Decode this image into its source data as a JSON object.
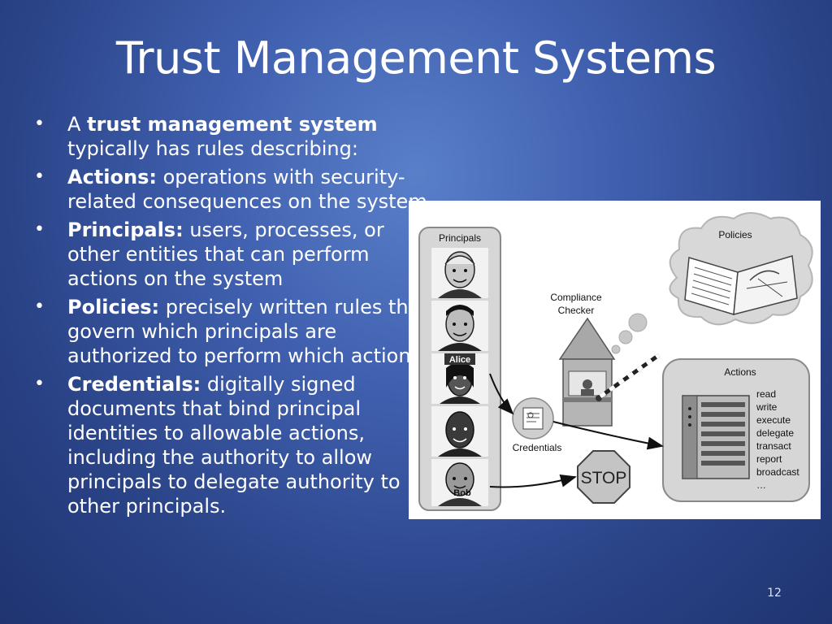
{
  "slide": {
    "title": "Trust Management Systems",
    "page_number": "12"
  },
  "bullets": [
    {
      "pre": "A ",
      "term": "trust management system",
      "post": " typically has rules describing:"
    },
    {
      "pre": " ",
      "term": "Actions:",
      "post": " operations with security-related consequences on the system"
    },
    {
      "pre": " ",
      "term": "Principals:",
      "post": " users, processes, or other entities that can perform actions on the system"
    },
    {
      "pre": " ",
      "term": "Policies:",
      "post": " precisely written rules that govern which principals are authorized to perform which actions"
    },
    {
      "pre": " ",
      "term": "Credentials:",
      "post": " digitally signed documents that bind principal identities to allowable actions, including the authority to allow principals to delegate authority to other principals."
    }
  ],
  "diagram": {
    "principals_label": "Principals",
    "alice_label": "Alice",
    "bob_label": "Bob",
    "compliance_line1": "Compliance",
    "compliance_line2": "Checker",
    "policies_label": "Policies",
    "actions_label": "Actions",
    "credentials_label": "Credentials",
    "stop_label": "STOP",
    "actions_list": [
      "read",
      "write",
      "execute",
      "delegate",
      "transact",
      "report",
      "broadcast",
      "…"
    ]
  }
}
